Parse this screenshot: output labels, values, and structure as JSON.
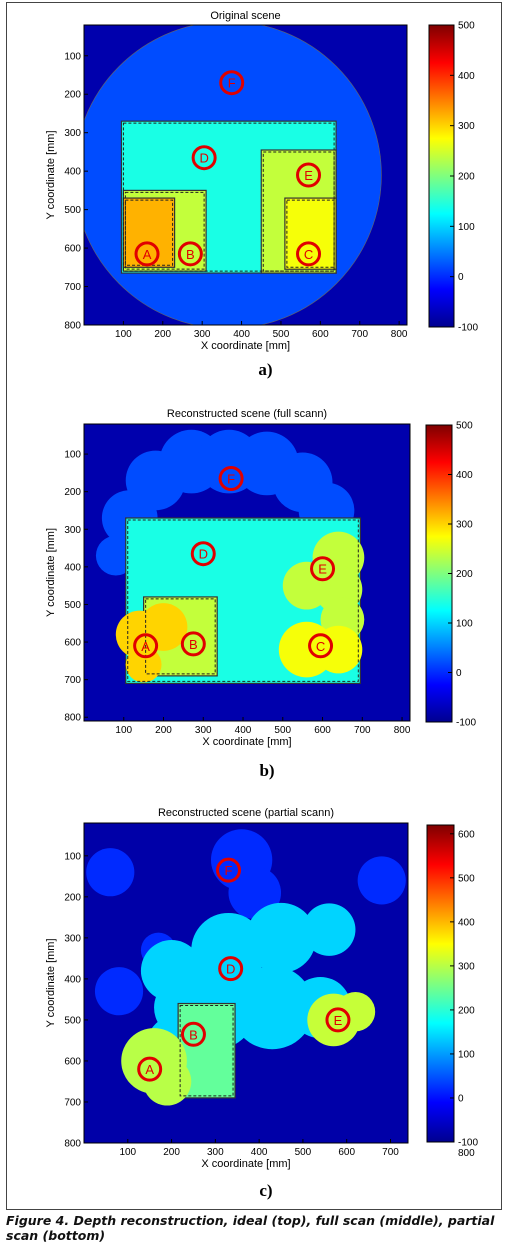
{
  "figure": {
    "caption": "Figure 4. Depth reconstruction, ideal (top), full scan (middle), partial scan (bottom)",
    "colormap": [
      "#00008f",
      "#0000ff",
      "#007fff",
      "#00ffff",
      "#7fff7f",
      "#ffff00",
      "#ff7f00",
      "#ff0000",
      "#7f0000"
    ]
  },
  "chart_data": [
    {
      "type": "heatmap",
      "title": "Original scene",
      "subfigure_label": "a)",
      "xlabel": "X coordinate [mm]",
      "ylabel": "Y coordinate [mm]",
      "xticks": [
        100,
        200,
        300,
        400,
        500,
        600,
        700,
        800
      ],
      "yticks": [
        100,
        200,
        300,
        400,
        500,
        600,
        700,
        800
      ],
      "xlim": [
        0,
        820
      ],
      "ylim": [
        800,
        20
      ],
      "colorbar": {
        "ticks": [
          -100,
          0,
          100,
          200,
          300,
          400,
          500
        ],
        "range": [
          -100,
          500
        ]
      },
      "background_value": -80,
      "regions": [
        {
          "shape": "circle",
          "cx": 365,
          "cy": 410,
          "r": 390,
          "value": 20,
          "label": ""
        },
        {
          "shape": "rect",
          "x0": 95,
          "y0": 270,
          "x1": 640,
          "y1": 665,
          "value": 140,
          "label": "D"
        },
        {
          "shape": "rect",
          "x0": 450,
          "y0": 345,
          "x1": 640,
          "y1": 665,
          "value": 240,
          "label": "E"
        },
        {
          "shape": "rect",
          "x0": 100,
          "y0": 450,
          "x1": 310,
          "y1": 660,
          "value": 240,
          "label": "B"
        },
        {
          "shape": "rect",
          "x0": 100,
          "y0": 470,
          "x1": 230,
          "y1": 650,
          "value": 320,
          "label": "A"
        },
        {
          "shape": "rect",
          "x0": 510,
          "y0": 470,
          "x1": 640,
          "y1": 655,
          "value": 270,
          "label": "C"
        }
      ],
      "markers": [
        {
          "label": "F",
          "x": 375,
          "y": 170
        },
        {
          "label": "D",
          "x": 305,
          "y": 365
        },
        {
          "label": "E",
          "x": 570,
          "y": 410
        },
        {
          "label": "A",
          "x": 160,
          "y": 615
        },
        {
          "label": "B",
          "x": 270,
          "y": 615
        },
        {
          "label": "C",
          "x": 570,
          "y": 615
        }
      ]
    },
    {
      "type": "heatmap",
      "title": "Reconstructed scene (full scann)",
      "subfigure_label": "b)",
      "xlabel": "X coordinate [mm]",
      "ylabel": "Y coordinate [mm]",
      "xticks": [
        100,
        200,
        300,
        400,
        500,
        600,
        700,
        800
      ],
      "yticks": [
        100,
        200,
        300,
        400,
        500,
        600,
        700,
        800
      ],
      "xlim": [
        0,
        820
      ],
      "ylim": [
        810,
        20
      ],
      "colorbar": {
        "ticks": [
          -100,
          0,
          100,
          200,
          300,
          400,
          500
        ],
        "range": [
          -100,
          500
        ]
      },
      "background_value": -80,
      "regions": [
        {
          "shape": "blobs",
          "value": 20,
          "circles": [
            [
              115,
              270,
              70
            ],
            [
              180,
              170,
              75
            ],
            [
              270,
              120,
              80
            ],
            [
              365,
              120,
              80
            ],
            [
              460,
              125,
              80
            ],
            [
              550,
              175,
              75
            ],
            [
              610,
              250,
              70
            ],
            [
              80,
              370,
              50
            ],
            [
              640,
              350,
              50
            ]
          ]
        },
        {
          "shape": "rect",
          "x0": 105,
          "y0": 270,
          "x1": 695,
          "y1": 710,
          "value": 140,
          "label": "D"
        },
        {
          "shape": "blobs",
          "value": 240,
          "circles": [
            [
              640,
              375,
              65
            ],
            [
              640,
              460,
              60
            ],
            [
              650,
              540,
              55
            ],
            [
              560,
              450,
              60
            ]
          ]
        },
        {
          "shape": "rect",
          "x0": 150,
          "y0": 480,
          "x1": 335,
          "y1": 690,
          "value": 240,
          "label": "B"
        },
        {
          "shape": "blobs",
          "value": 300,
          "circles": [
            [
              140,
              580,
              60
            ],
            [
              200,
              560,
              60
            ],
            [
              150,
              660,
              45
            ]
          ]
        },
        {
          "shape": "blobs",
          "value": 270,
          "circles": [
            [
              560,
              620,
              70
            ],
            [
              640,
              620,
              60
            ]
          ]
        }
      ],
      "markers": [
        {
          "label": "F",
          "x": 370,
          "y": 165
        },
        {
          "label": "D",
          "x": 300,
          "y": 365
        },
        {
          "label": "E",
          "x": 600,
          "y": 405
        },
        {
          "label": "A",
          "x": 155,
          "y": 610
        },
        {
          "label": "B",
          "x": 275,
          "y": 605
        },
        {
          "label": "C",
          "x": 595,
          "y": 610
        }
      ]
    },
    {
      "type": "heatmap",
      "title": "Reconstructed scene (partial scann)",
      "subfigure_label": "c)",
      "xlabel": "X coordinate [mm]",
      "ylabel": "Y coordinate [mm]",
      "xticks": [
        100,
        200,
        300,
        400,
        500,
        600,
        700
      ],
      "yticks": [
        100,
        200,
        300,
        400,
        500,
        600,
        700,
        800
      ],
      "xlim": [
        0,
        740
      ],
      "ylim": [
        800,
        20
      ],
      "colorbar": {
        "ticks": [
          -100,
          0,
          100,
          200,
          300,
          400,
          500,
          600
        ],
        "bottom_label": "800",
        "range": [
          -100,
          620
        ]
      },
      "background_value": -80,
      "regions": [
        {
          "shape": "blobs",
          "value": 20,
          "circles": [
            [
              60,
              140,
              55
            ],
            [
              360,
              110,
              70
            ],
            [
              390,
              190,
              60
            ],
            [
              680,
              160,
              55
            ],
            [
              80,
              430,
              55
            ],
            [
              170,
              330,
              40
            ]
          ]
        },
        {
          "shape": "blobs",
          "value": 140,
          "circles": [
            [
              200,
              380,
              70
            ],
            [
              330,
              330,
              85
            ],
            [
              450,
              300,
              80
            ],
            [
              560,
              280,
              60
            ],
            [
              300,
              470,
              95
            ],
            [
              430,
              470,
              95
            ],
            [
              540,
              470,
              70
            ],
            [
              230,
              470,
              70
            ],
            [
              220,
              570,
              80
            ]
          ]
        },
        {
          "shape": "rect",
          "x0": 215,
          "y0": 460,
          "x1": 345,
          "y1": 690,
          "value": 240,
          "label": "B"
        },
        {
          "shape": "blobs",
          "value": 300,
          "circles": [
            [
              160,
              600,
              75
            ],
            [
              190,
              650,
              55
            ]
          ]
        },
        {
          "shape": "blobs",
          "value": 310,
          "circles": [
            [
              570,
              500,
              60
            ],
            [
              620,
              480,
              45
            ]
          ]
        }
      ],
      "markers": [
        {
          "label": "F",
          "x": 330,
          "y": 135
        },
        {
          "label": "D",
          "x": 335,
          "y": 375
        },
        {
          "label": "E",
          "x": 580,
          "y": 500
        },
        {
          "label": "A",
          "x": 150,
          "y": 620
        },
        {
          "label": "B",
          "x": 250,
          "y": 535
        }
      ]
    }
  ]
}
